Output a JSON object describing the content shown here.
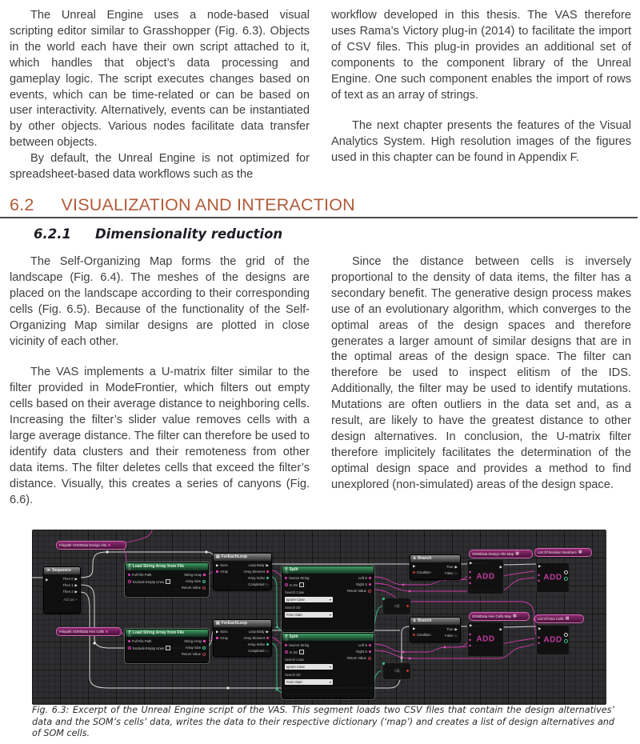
{
  "colors": {
    "accent": "#b25a38",
    "panel_bg": "#2e2e31",
    "wire_exec": "#d8d8d8",
    "wire_data": "#cd3ba6",
    "wire_int": "#38c08c"
  },
  "intro": {
    "left": [
      "The Unreal Engine uses a node-based visual scripting editor similar to Grasshopper (Fig. 6.3). Objects in the world each have their own script attached to it, which handles that object’s data processing and gameplay logic. The script executes changes based on events, which can be time-related or can be based on user interactivity. Alternatively, events can be instantiated by other objects. Various nodes facilitate data transfer between objects.",
      "By default, the Unreal Engine is not optimized for spreadsheet-based data workflows such as the"
    ],
    "right": [
      "workflow developed in this thesis. The VAS therefore uses Rama’s Victory plug-in (2014) to facilitate the import of CSV files. This plug-in provides an additional set of components to the component library of the Unreal Engine. One such component enables the import of rows of text as an array of strings.",
      "The next chapter presents the features of the Visual Analytics System. High resolution images of the figures used in this chapter can be found in Appendix F."
    ]
  },
  "section": {
    "number": "6.2",
    "title": "VISUALIZATION AND INTERACTION"
  },
  "subsection": {
    "number": "6.2.1",
    "title": "Dimensionality reduction"
  },
  "body": {
    "left": [
      "The Self-Organizing Map forms the grid of the landscape (Fig. 6.4). The meshes of the designs are placed on the landscape according to their corresponding cells (Fig. 6.5). Because of the functionality of the Self-Organizing Map similar designs are plotted in close vicinity of each other.",
      "The VAS implements a U-matrix filter similar to the filter provided in ModeFrontier, which filters out empty cells based on their average distance to neighboring cells. Increasing the filter’s slider value removes cells with a large average distance. The filter can therefore be used to identify data clusters and their remoteness from other data items. The filter deletes cells that exceed the filter’s distance. Visually, this creates a series of canyons (Fig. 6.6)."
    ],
    "right": [
      "Since the distance between cells is inversely proportional to the density of data items, the filter has a secondary benefit. The generative design process makes use of an evolutionary algorithm, which converges to the optimal areas of the design spaces and therefore generates a larger amount of similar designs that are in the optimal areas of the design space. The filter can therefore be used to inspect elitism of the IDS. Additionally, the filter may be used to identify mutations. Mutations are often outliers in the data set and, as a result, are likely to have the greatest distance to other design alternatives. In conclusion, the U-matrix filter therefore implicitely facilitates the determination of the optimal design space and provides a method to find unexplored (non-simulated) areas of the design space."
    ]
  },
  "figure": {
    "variables": {
      "filepath_design_alts": "Filepath SOMData Design Alts",
      "filepath_hex_cells": "Filepath SOMData Hex Cells",
      "map_design_alts": "SOMData Design Alts Map",
      "map_hex_cells": "SOMData Hex Cells Map",
      "list_iteration_numbers": "List Of Iteration Numbers",
      "list_hex_cells": "List Of Hex Cells"
    },
    "sequence": {
      "title": "Sequence",
      "pins": [
        "Then 0",
        "Then 1",
        "Then 2"
      ],
      "add_pin": "Add pin +"
    },
    "load_string_array": {
      "title": "Load String Array from File",
      "inputs": [
        "Full File Path",
        "Exclude Empty Lines"
      ],
      "outputs": [
        "String Array",
        "Array Size",
        "Return Value"
      ]
    },
    "foreach_loop": {
      "title": "ForEachLoop",
      "inputs": [
        "Exec",
        "Array"
      ],
      "outputs": [
        "Loop Body",
        "Array Element",
        "Array Index",
        "Completed"
      ]
    },
    "split": {
      "title": "Split",
      "inputs": [
        "Source String",
        "In Str"
      ],
      "search_case_label": "Search Case",
      "search_case_value": "Ignore Case",
      "search_dir_label": "Search Dir",
      "search_dir_value": "From Start",
      "outputs": [
        "Left S",
        "Right S",
        "Return Value"
      ]
    },
    "branch": {
      "title": "Branch",
      "condition": "Condition",
      "true_label": "True",
      "false_label": "False"
    },
    "add_label": "ADD",
    "caption": "Fig. 6.3: Excerpt of the Unreal Engine script of the VAS. This segment loads two CSV files that contain the design alternatives’ data and the SOM’s cells’ data, writes the data to their respective dictionary (‘map’) and creates a list of design alternatives and of SOM cells."
  }
}
